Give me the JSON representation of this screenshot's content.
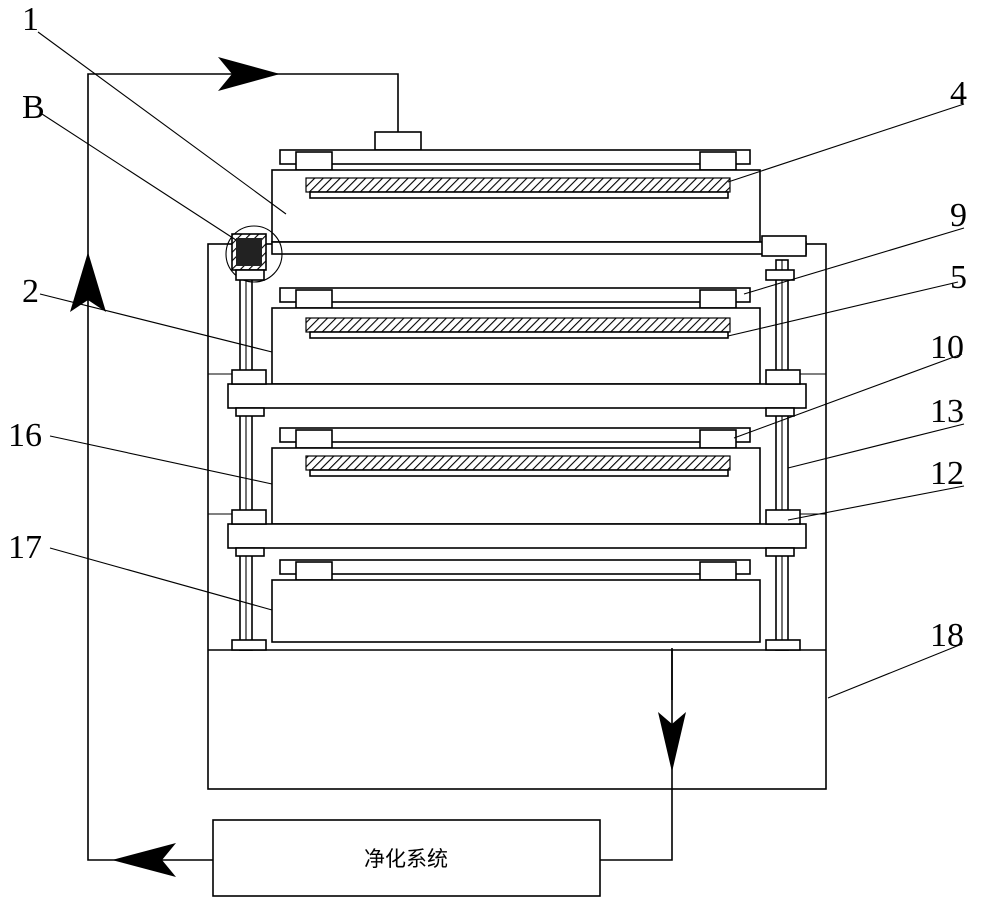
{
  "labels": {
    "l1": "1",
    "lB": "B",
    "l2": "2",
    "l4": "4",
    "l9": "9",
    "l5": "5",
    "l10": "10",
    "l13": "13",
    "l12": "12",
    "l16": "16",
    "l17": "17",
    "l18": "18"
  },
  "purification_box": {
    "label": "净化系统"
  }
}
